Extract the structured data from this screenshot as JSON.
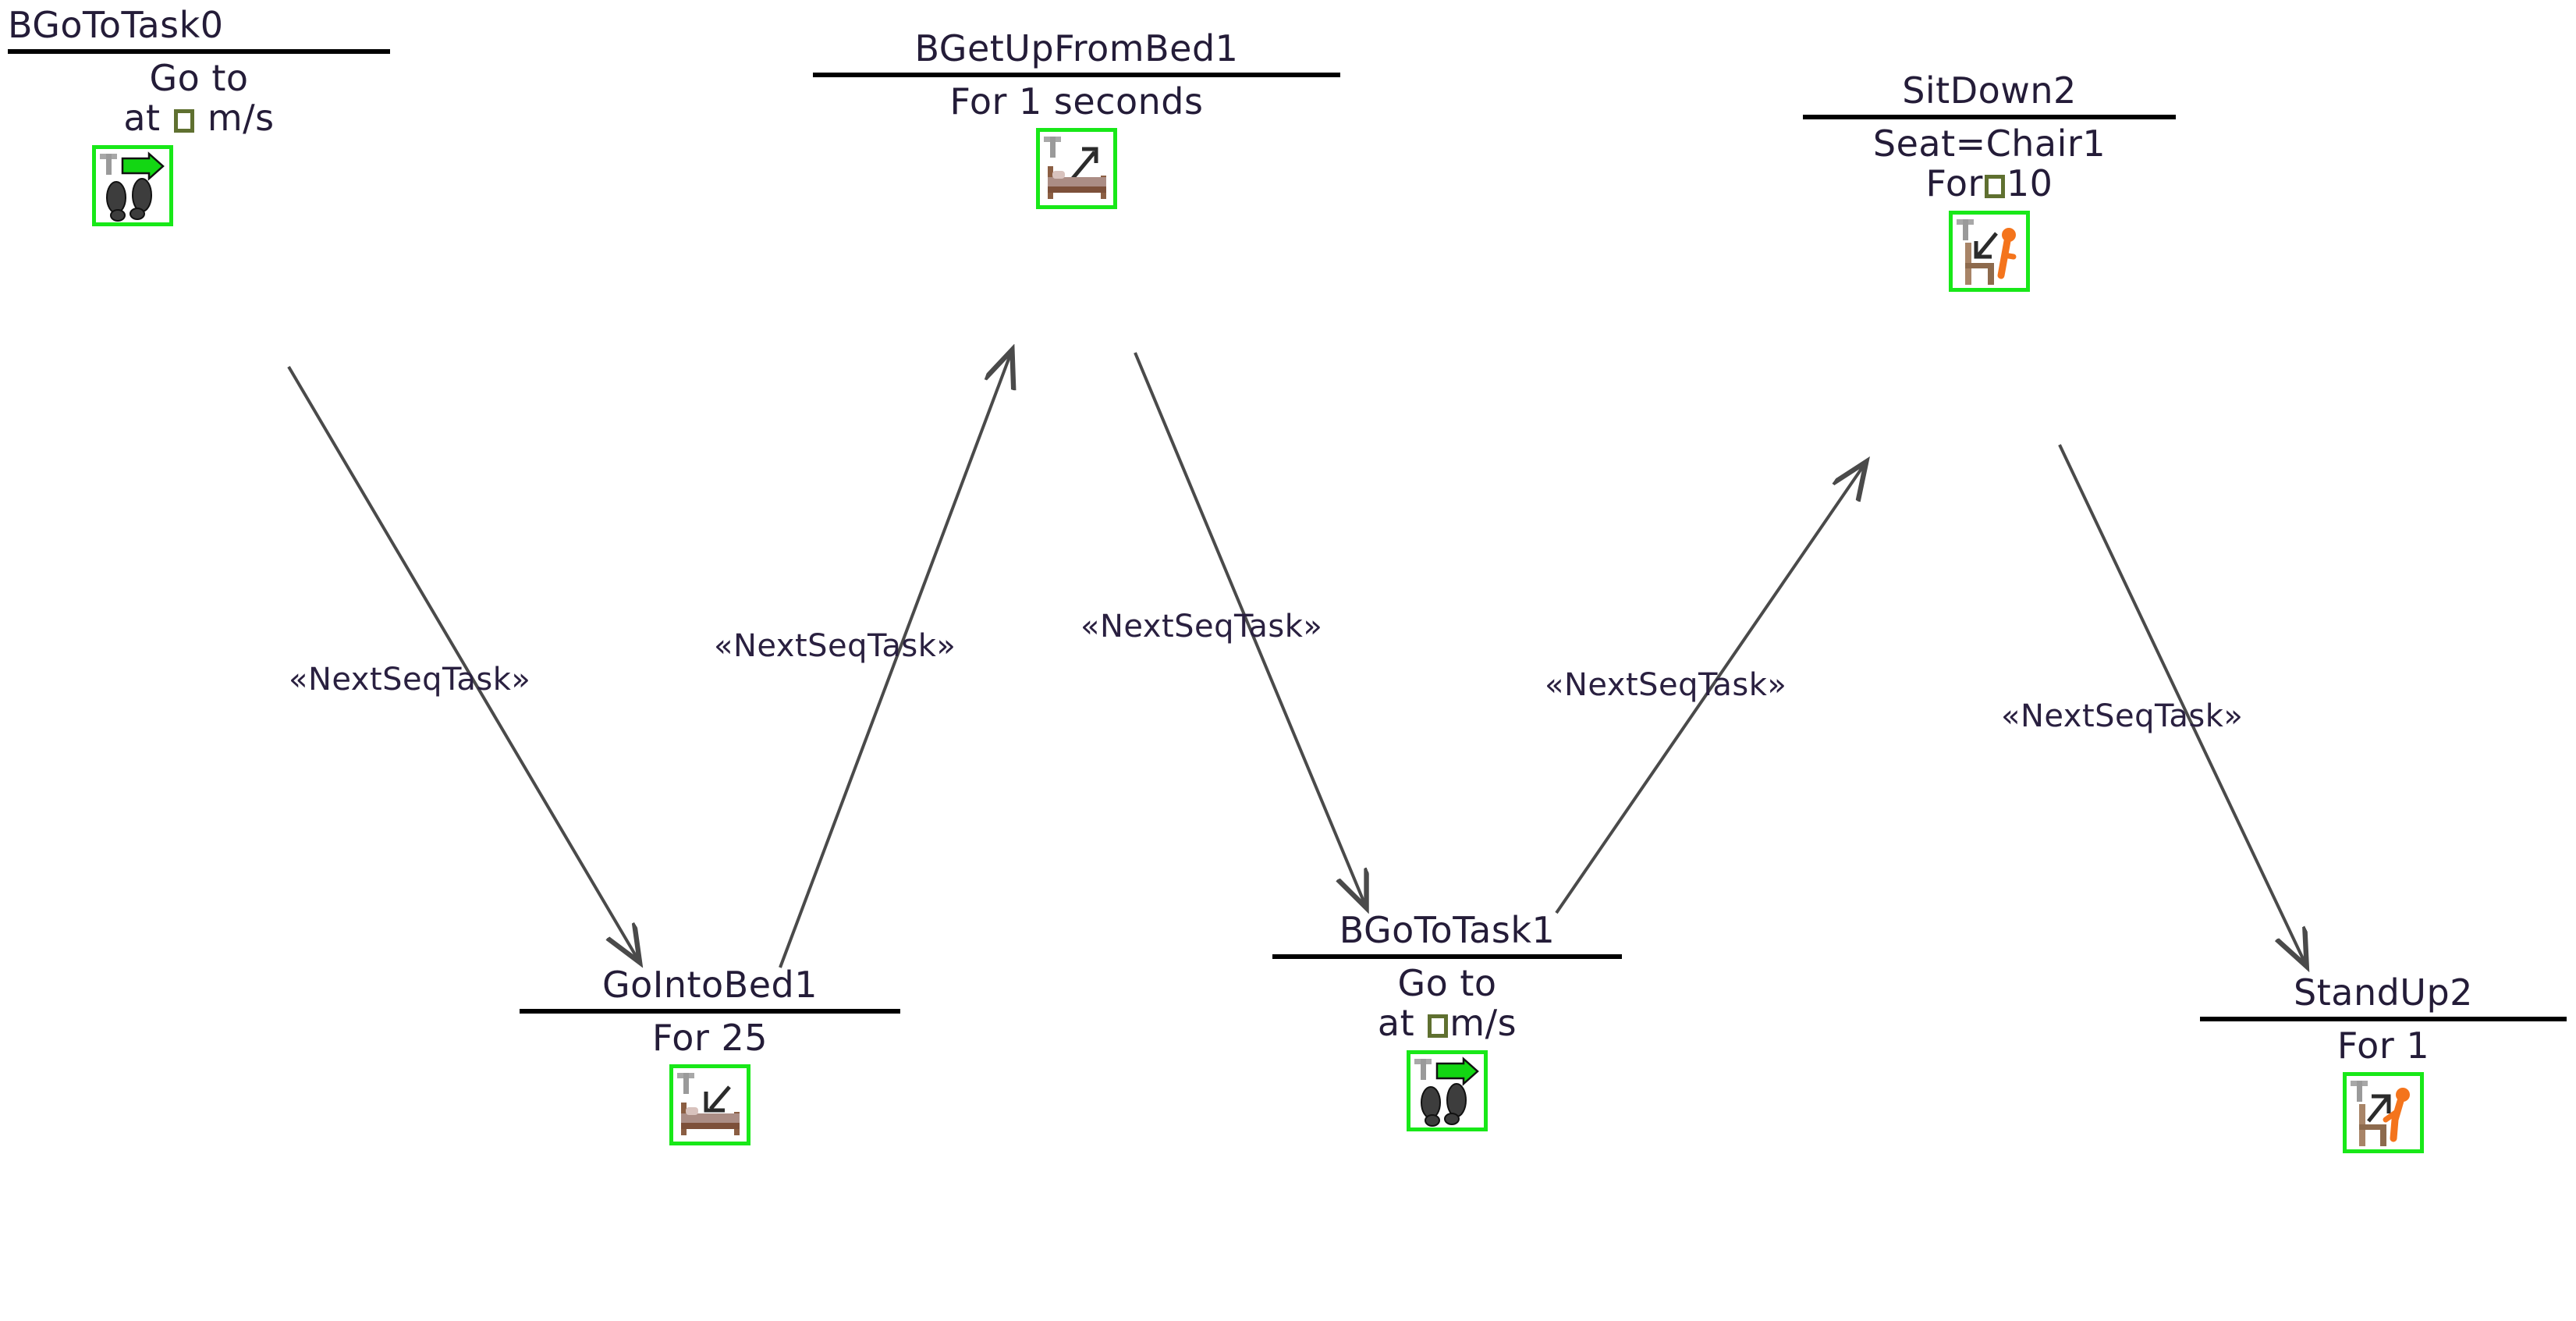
{
  "diagram": {
    "type": "sequential-task-diagram",
    "background": "#ffffff",
    "accent_green": "#18e818",
    "text_color": "#241c38",
    "edge_color": "#4a4a4a",
    "edge_stereotype": "«NextSeqTask»"
  },
  "nodes": [
    {
      "id": "n0",
      "title": "BGoToTask0",
      "lines": [
        "Go to",
        "at ▫ m/s"
      ],
      "line1": "Go to",
      "line2_pre": "at ",
      "line2_post": " m/s",
      "icon": "goto-footprints-icon"
    },
    {
      "id": "n1",
      "title": "GoIntoBed1",
      "lines": [
        "For 25"
      ],
      "line1": "For 25",
      "icon": "go-into-bed-icon"
    },
    {
      "id": "n2",
      "title": "BGetUpFromBed1",
      "lines": [
        "For 1 seconds"
      ],
      "line1": "For 1 seconds",
      "icon": "get-up-from-bed-icon"
    },
    {
      "id": "n3",
      "title": "BGoToTask1",
      "lines": [
        "Go to",
        "at ▫ m/s"
      ],
      "line1": "Go to",
      "line2_pre": "at ",
      "line2_post": "m/s",
      "icon": "goto-footprints-icon"
    },
    {
      "id": "n4",
      "title": "SitDown2",
      "lines": [
        "Seat=Chair1",
        "For▫10"
      ],
      "line1": "Seat=Chair1",
      "line2_pre": "For",
      "line2_post": "10",
      "icon": "sit-down-icon"
    },
    {
      "id": "n5",
      "title": "StandUp2",
      "lines": [
        "For 1"
      ],
      "line1": "For 1",
      "icon": "stand-up-icon"
    }
  ],
  "edges": [
    {
      "id": "e0",
      "from": "BGoToTask0",
      "to": "GoIntoBed1",
      "label": "«NextSeqTask»"
    },
    {
      "id": "e1",
      "from": "GoIntoBed1",
      "to": "BGetUpFromBed1",
      "label": "«NextSeqTask»"
    },
    {
      "id": "e2",
      "from": "BGetUpFromBed1",
      "to": "BGoToTask1",
      "label": "«NextSeqTask»"
    },
    {
      "id": "e3",
      "from": "BGoToTask1",
      "to": "SitDown2",
      "label": "«NextSeqTask»"
    },
    {
      "id": "e4",
      "from": "SitDown2",
      "to": "StandUp2",
      "label": "«NextSeqTask»"
    }
  ]
}
